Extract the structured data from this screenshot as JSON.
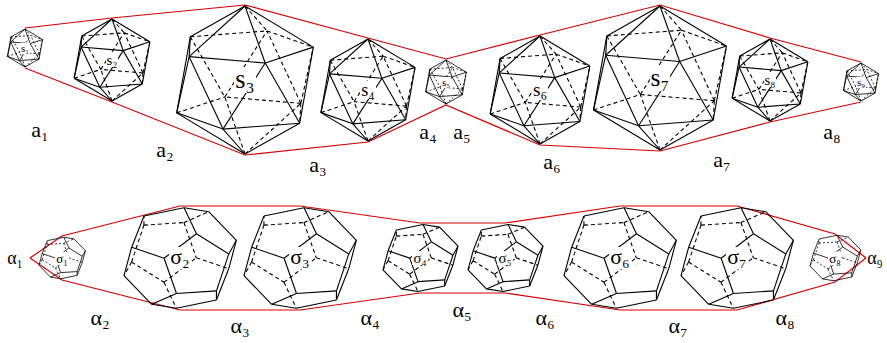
{
  "diagram": {
    "nodes": [
      {
        "text": [
          "s₁"
        ]
      },
      {
        "text": [
          "s₂"
        ]
      },
      {
        "text": [
          "s₃"
        ]
      },
      {
        "text": [
          "s₄"
        ]
      },
      {
        "text": [
          "s₅"
        ]
      },
      {
        "text": [
          "s₆"
        ]
      },
      {
        "text": [
          "s₇"
        ]
      },
      {
        "text": [
          "s₈"
        ]
      },
      {
        "text": [
          "s₉"
        ]
      },
      {
        "text": [
          "σ₁"
        ]
      },
      {
        "text": [
          "σ₂"
        ]
      },
      {
        "text": [
          "σ₃"
        ]
      },
      {
        "text": [
          "σ₄"
        ]
      },
      {
        "text": [
          "σ₅"
        ]
      },
      {
        "text": [
          "σ₆"
        ]
      },
      {
        "text": [
          "σ₇"
        ]
      },
      {
        "text": [
          "σ₈"
        ]
      }
    ],
    "labels": [
      "a₁",
      "a₂",
      "a₃",
      "a₄",
      "a₅",
      "a₆",
      "a₇",
      "a₈",
      "α₁",
      "α₂",
      "α₃",
      "α₄",
      "α₅",
      "α₆",
      "α₇",
      "α₈",
      "α₉"
    ]
  }
}
